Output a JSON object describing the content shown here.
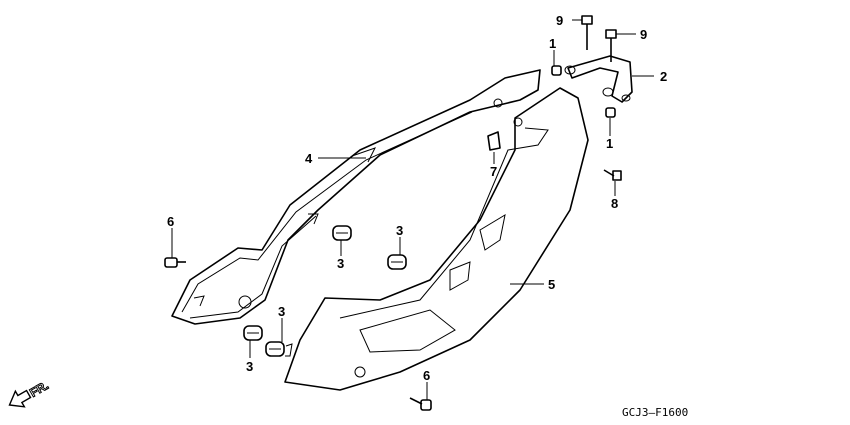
{
  "callouts": [
    {
      "id": "c9a",
      "text": "9"
    },
    {
      "id": "c9b",
      "text": "9"
    },
    {
      "id": "c1a",
      "text": "1"
    },
    {
      "id": "c2",
      "text": "2"
    },
    {
      "id": "c1b",
      "text": "1"
    },
    {
      "id": "c4",
      "text": "4"
    },
    {
      "id": "c7",
      "text": "7"
    },
    {
      "id": "c8",
      "text": "8"
    },
    {
      "id": "c6a",
      "text": "6"
    },
    {
      "id": "c3a",
      "text": "3"
    },
    {
      "id": "c3b",
      "text": "3"
    },
    {
      "id": "c5",
      "text": "5"
    },
    {
      "id": "c3c",
      "text": "3"
    },
    {
      "id": "c3d",
      "text": "3"
    },
    {
      "id": "c6b",
      "text": "6"
    }
  ],
  "front_marker": "FR.",
  "drawing_code": "GCJ3–F1600"
}
